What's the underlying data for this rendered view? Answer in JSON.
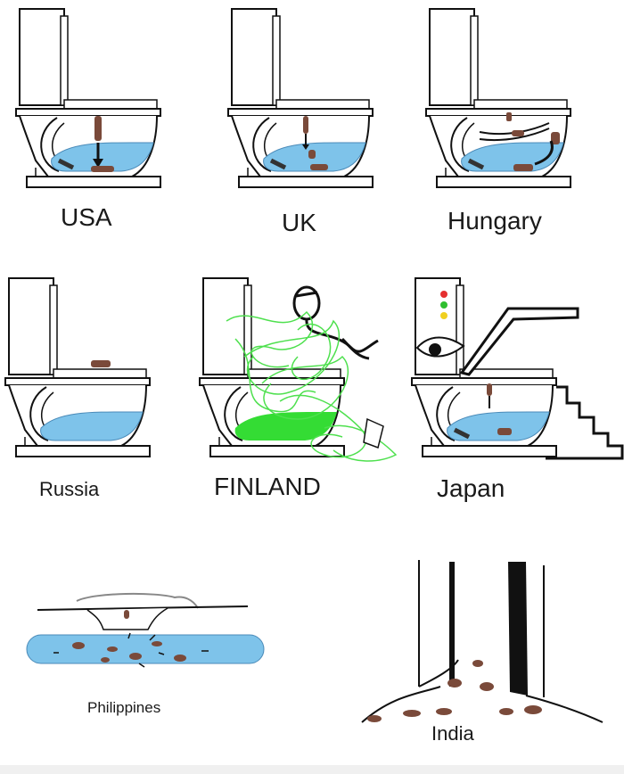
{
  "panels": [
    {
      "label": "USA"
    },
    {
      "label": "UK"
    },
    {
      "label": "Hungary"
    },
    {
      "label": "Russia"
    },
    {
      "label": "FINLAND"
    },
    {
      "label": "Japan"
    },
    {
      "label": "Philippines"
    },
    {
      "label": "India"
    }
  ],
  "colors": {
    "water": "#7ec3ea",
    "poop": "#7a4a3a",
    "vomit": "#4ee04e",
    "outline": "#111111"
  }
}
